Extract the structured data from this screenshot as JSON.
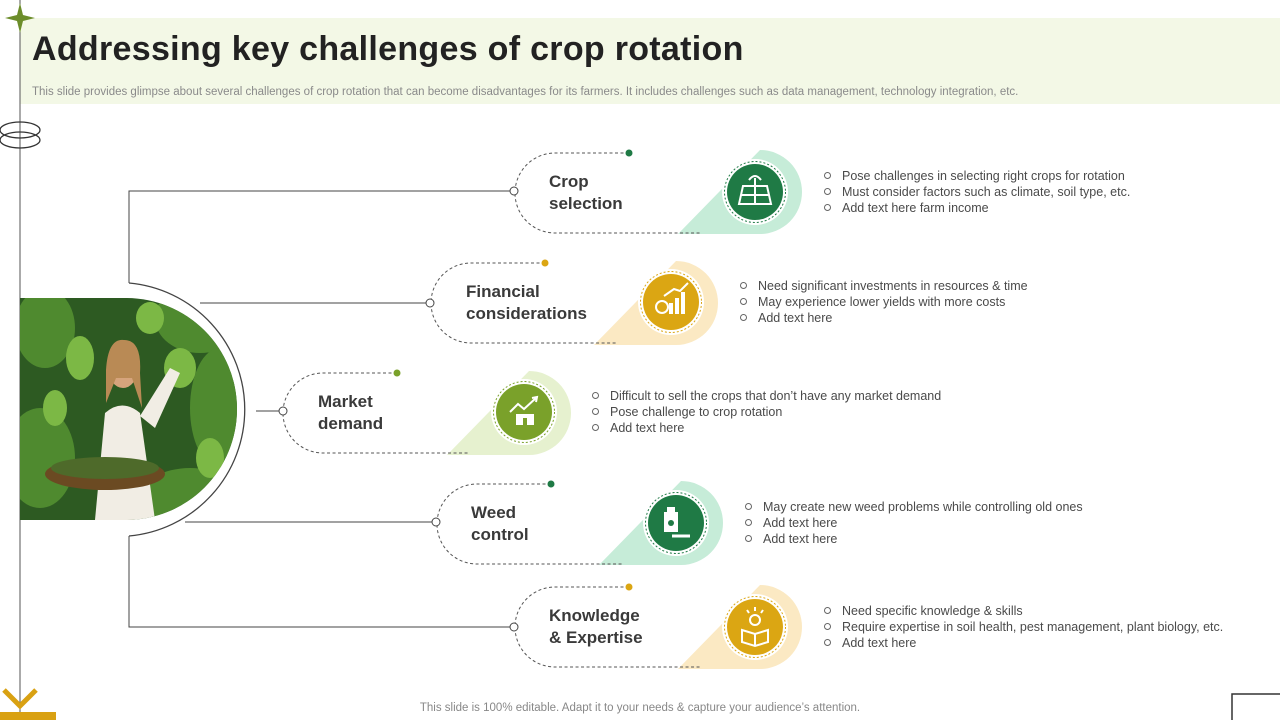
{
  "title": "Addressing key challenges of crop rotation",
  "subtitle": "This slide provides glimpse about several challenges of crop rotation that can become disadvantages for its farmers. It includes challenges such as data management, technology integration, etc.",
  "footer": "This slide is 100% editable. Adapt it to your needs & capture your audience’s attention.",
  "colors": {
    "dark_green": "#1f7a45",
    "mint": "#c6ecd8",
    "gold": "#dba613",
    "cream": "#fbe9c3",
    "olive": "#7aa12a",
    "light_olive": "#e6f1cf",
    "header_bg": "#f3f8e6"
  },
  "challenges": [
    {
      "line1": "Crop",
      "line2": "selection",
      "icon": "solar-panel-icon",
      "bullets": [
        "Pose challenges in selecting right crops for rotation",
        "Must consider factors such as climate, soil type, etc.",
        "Add text here farm income"
      ]
    },
    {
      "line1": "Financial",
      "line2": "considerations",
      "icon": "money-growth-chart-icon",
      "bullets": [
        "Need significant investments in resources & time",
        "May experience lower yields with more costs",
        "Add text here"
      ]
    },
    {
      "line1": "Market",
      "line2": "demand",
      "icon": "market-growth-icon",
      "bullets": [
        "Difficult to sell the crops that don’t have any market demand",
        "Pose challenge to crop rotation",
        "Add text here"
      ]
    },
    {
      "line1": "Weed",
      "line2": "control",
      "icon": "herbicide-spray-icon",
      "bullets": [
        "May create new weed problems while controlling old ones",
        "Add text here",
        "Add text here"
      ]
    },
    {
      "line1": "Knowledge",
      "line2": "& Expertise",
      "icon": "knowledge-book-icon",
      "bullets": [
        "Need specific knowledge & skills",
        "Require expertise in soil health, pest management, plant biology, etc.",
        "Add text here"
      ]
    }
  ]
}
